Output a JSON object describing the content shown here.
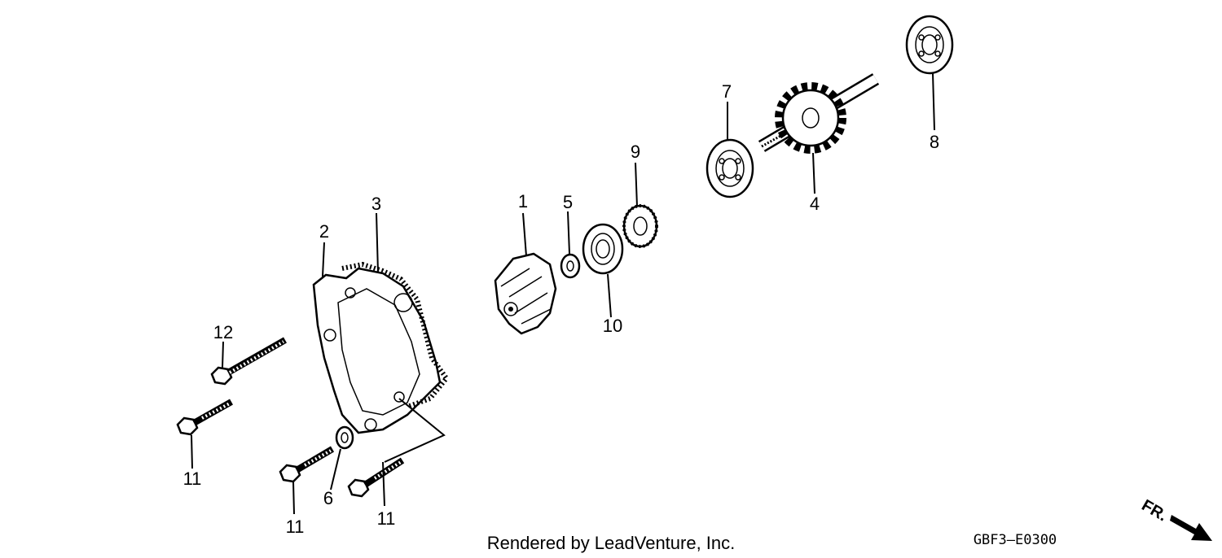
{
  "callouts": [
    {
      "id": "c1",
      "number": "1",
      "part": "impeller"
    },
    {
      "id": "c2",
      "number": "2",
      "part": "water-pump-cover"
    },
    {
      "id": "c3",
      "number": "3",
      "part": "gasket"
    },
    {
      "id": "c4",
      "number": "4",
      "part": "pump-shaft-gear"
    },
    {
      "id": "c5",
      "number": "5",
      "part": "washer"
    },
    {
      "id": "c6",
      "number": "6",
      "part": "sealing-washer"
    },
    {
      "id": "c7",
      "number": "7",
      "part": "bearing"
    },
    {
      "id": "c8",
      "number": "8",
      "part": "bearing"
    },
    {
      "id": "c9",
      "number": "9",
      "part": "oil-seal"
    },
    {
      "id": "c10",
      "number": "10",
      "part": "bearing"
    },
    {
      "id": "c11a",
      "number": "11",
      "part": "flange-bolt"
    },
    {
      "id": "c11b",
      "number": "11",
      "part": "flange-bolt"
    },
    {
      "id": "c11c",
      "number": "11",
      "part": "flange-bolt"
    },
    {
      "id": "c12",
      "number": "12",
      "part": "flange-bolt"
    }
  ],
  "footer": {
    "credit": "Rendered by LeadVenture, Inc.",
    "diagram_code": "GBF3–E0300",
    "direction_label": "FR."
  }
}
